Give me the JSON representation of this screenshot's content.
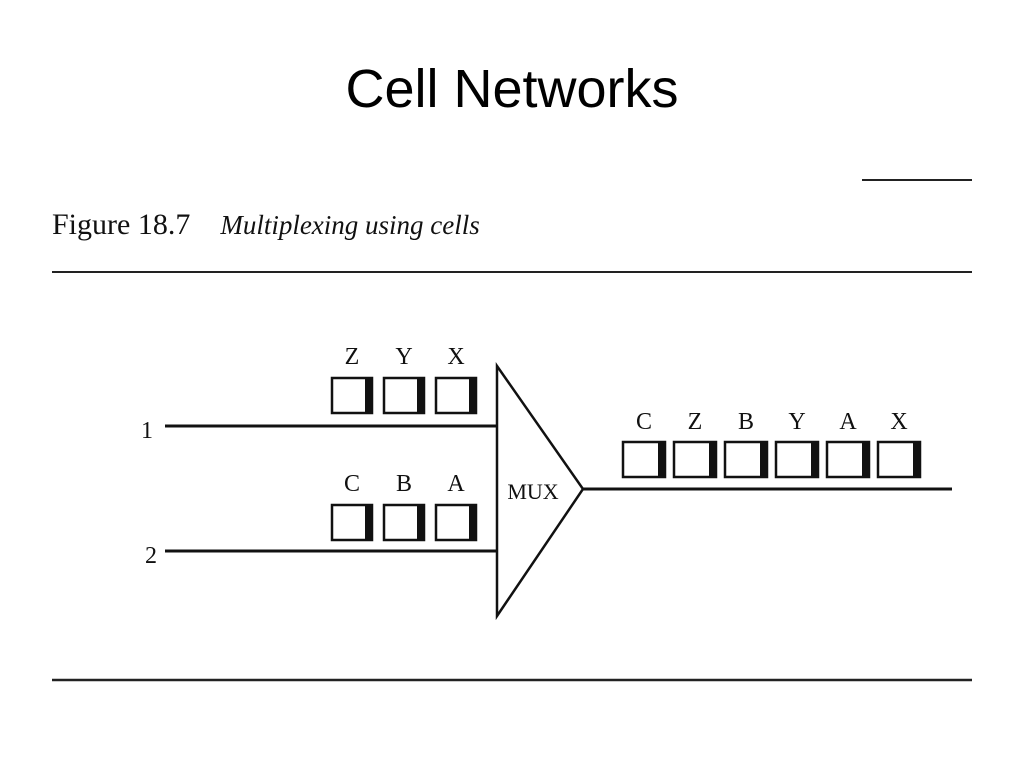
{
  "slide": {
    "title": "Cell Networks"
  },
  "figure": {
    "number": "Figure 18.7",
    "caption": "Multiplexing using cells"
  },
  "inputs": [
    {
      "label": "1",
      "cells": [
        "Z",
        "Y",
        "X"
      ]
    },
    {
      "label": "2",
      "cells": [
        "C",
        "B",
        "A"
      ]
    }
  ],
  "mux": {
    "label": "MUX"
  },
  "output": {
    "cells": [
      "C",
      "Z",
      "B",
      "Y",
      "A",
      "X"
    ]
  },
  "colors": {
    "ink": "#111111",
    "background": "#ffffff"
  }
}
